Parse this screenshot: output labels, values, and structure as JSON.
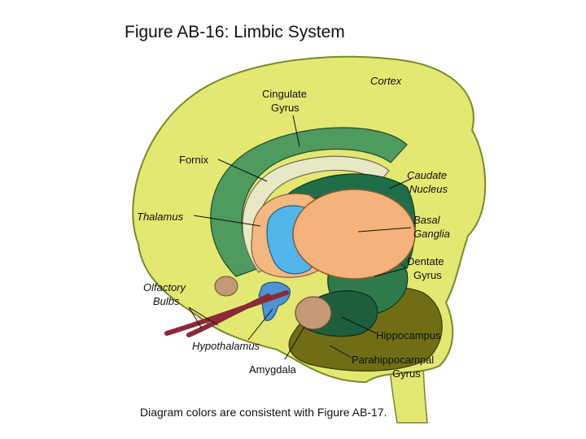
{
  "figure": {
    "title": "Figure AB-16: Limbic System",
    "caption": "Diagram colors are consistent with Figure AB-17."
  },
  "labels": {
    "cortex": "Cortex",
    "cingulate_1": "Cingulate",
    "cingulate_2": "Gyrus",
    "fornix": "Fornix",
    "caudate_1": "Caudate",
    "caudate_2": "Nucleus",
    "thalamus": "Thalamus",
    "basal_1": "Basal",
    "basal_2": "Ganglia",
    "dentate_1": "Dentate",
    "dentate_2": "Gyrus",
    "olfactory_1": "Olfactory",
    "olfactory_2": "Bulbs",
    "hippocampus": "Hippocampus",
    "hypothalamus": "Hypothalamus",
    "parahippo_1": "Parahippocampal",
    "parahippo_2": "Gyrus",
    "amygdala": "Amygdala"
  },
  "colors": {
    "cortex": "#e3e873",
    "cortex_outline": "#7a8a2a",
    "cingulate": "#4f9a5e",
    "fornix": "#e8e7c6",
    "caudate": "#1f6e47",
    "thalamus": "#f2b880",
    "basal": "#f5b27a",
    "dentate": "#2f7a4a",
    "hippocampus": "#1e5e3c",
    "parahippocampal": "#6f6e17",
    "amygdala": "#c49a76",
    "hypothalamus": "#4f92d6",
    "blue_region": "#52b6ea",
    "olfactory": "#8a2b35"
  }
}
